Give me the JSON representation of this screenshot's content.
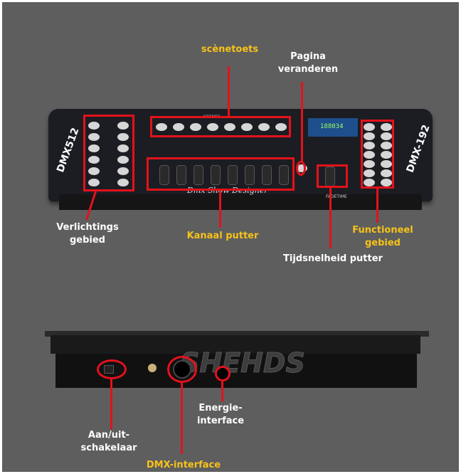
{
  "labels": {
    "scene_keys": "scènetoets",
    "page_change": "Pagina veranderen",
    "lighting_area": "Verlichtings gebied",
    "channel_fader": "Kanaal putter",
    "function_area": "Functioneel gebied",
    "speed_fader": "Tijdsnelheid putter",
    "power_switch": "Aan/uit-schakelaar",
    "power_interface": "Energie-interface",
    "dmx_interface": "DMX-interface"
  },
  "device": {
    "left_brand": "DMX512",
    "right_brand": "DMX-192",
    "panel_text": "Dmx Show Designer",
    "scenes_header": "SCENES",
    "display": "188034",
    "fadetime": "FADETIME",
    "watermark": "SHEHDS"
  },
  "colors": {
    "accent_red": "#e3121b",
    "label_yellow": "#f7c21a",
    "background": "#5e5e5e"
  }
}
